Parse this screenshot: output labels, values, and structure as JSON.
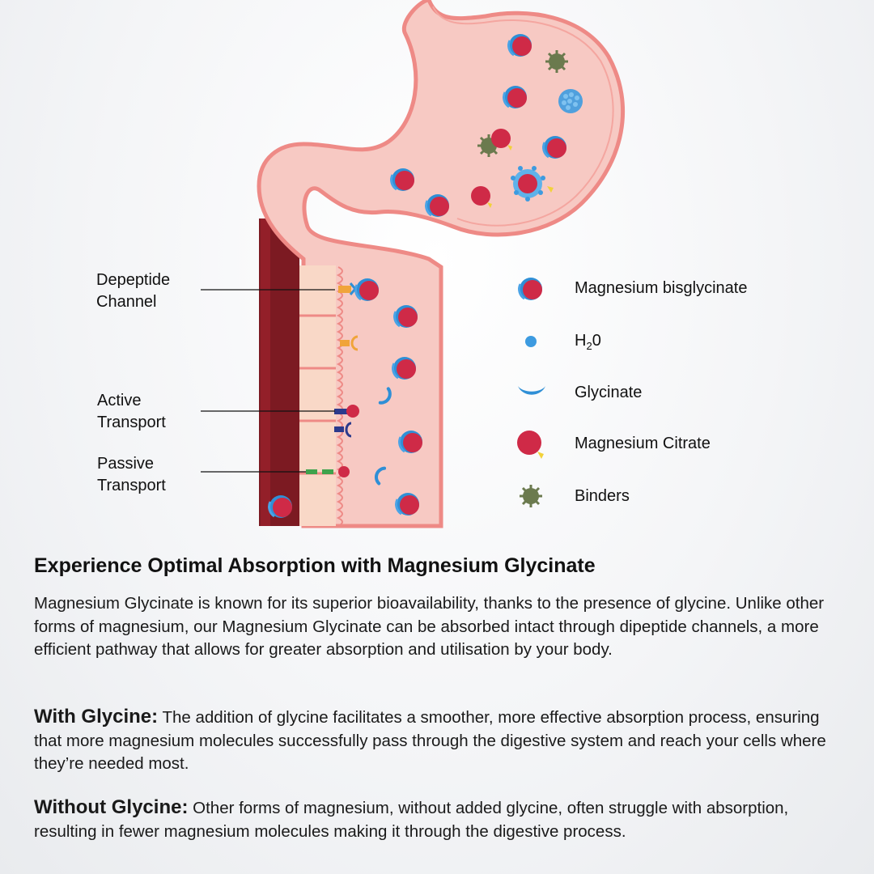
{
  "callouts": {
    "dipeptide": [
      "Depeptide",
      "Channel"
    ],
    "active": [
      "Active",
      "Transport"
    ],
    "passive": [
      "Passive",
      "Transport"
    ]
  },
  "legend": [
    {
      "icon": "magnesium-bisglycinate-icon",
      "label": "Magnesium bisglycinate"
    },
    {
      "icon": "water-icon",
      "label": "H",
      "sub": "2",
      "suffix": "0"
    },
    {
      "icon": "glycinate-icon",
      "label": "Glycinate"
    },
    {
      "icon": "magnesium-citrate-icon",
      "label": "Magnesium Citrate"
    },
    {
      "icon": "binders-icon",
      "label": "Binders"
    }
  ],
  "colors": {
    "stomach_fill": "#f7c9c3",
    "stomach_wall": "#ee8a86",
    "blood_vessel": "#7c1a22",
    "magnesium": "#cf2a47",
    "glycinate": "#2f8fd6",
    "binder": "#6b7a4e",
    "channel": "#f0a43a",
    "active_transport": "#2b3a8c",
    "passive_transport": "#3fa34d"
  },
  "article": {
    "heading": "Experience Optimal Absorption with Magnesium Glycinate",
    "intro": "Magnesium Glycinate is known for its superior bioavailability, thanks to the presence of glycine. Unlike other forms of magnesium, our Magnesium Glycinate can be absorbed intact through dipeptide channels, a more efficient pathway that allows for greater absorption and utilisation by your body.",
    "with_lead": "With Glycine:",
    "with_body": " The addition of glycine facilitates a smoother, more effective absorption process, ensuring that more magnesium molecules successfully pass through the digestive system and reach your cells where they’re needed most.",
    "without_lead": "Without Glycine:",
    "without_body": " Other forms of magnesium, without added glycine, often struggle with absorption, resulting in fewer magnesium molecules making it through the digestive process."
  }
}
